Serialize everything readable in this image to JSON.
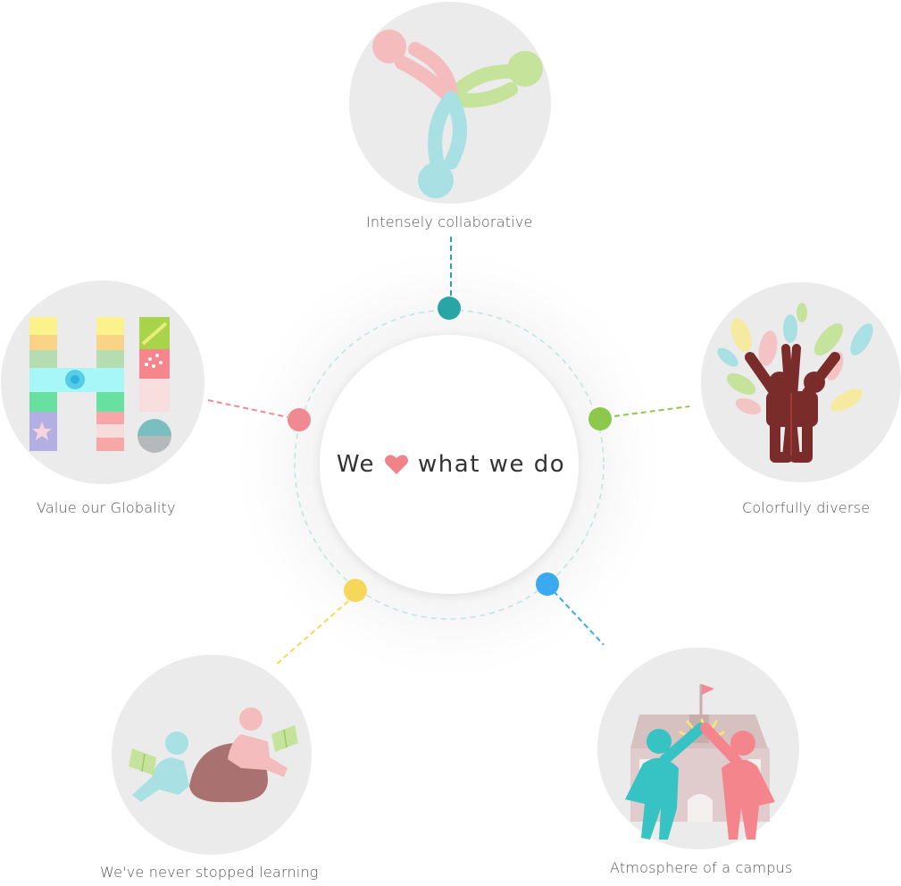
{
  "center": {
    "prefix": "We",
    "suffix": "what we do",
    "heart_icon": "heart-icon",
    "heart_color": "#f0838a"
  },
  "values": [
    {
      "id": "collaborative",
      "label": "Intensely collaborative",
      "dot_color": "#2aa5a5"
    },
    {
      "id": "diverse",
      "label": "Colorfully diverse",
      "dot_color": "#8cc84b"
    },
    {
      "id": "campus",
      "label": "Atmosphere of a campus",
      "dot_color": "#3aa9f0"
    },
    {
      "id": "learning",
      "label": "We've never stopped learning",
      "dot_color": "#f7d75a"
    },
    {
      "id": "globality",
      "label": "Value our Globality",
      "dot_color": "#f08a92"
    }
  ]
}
